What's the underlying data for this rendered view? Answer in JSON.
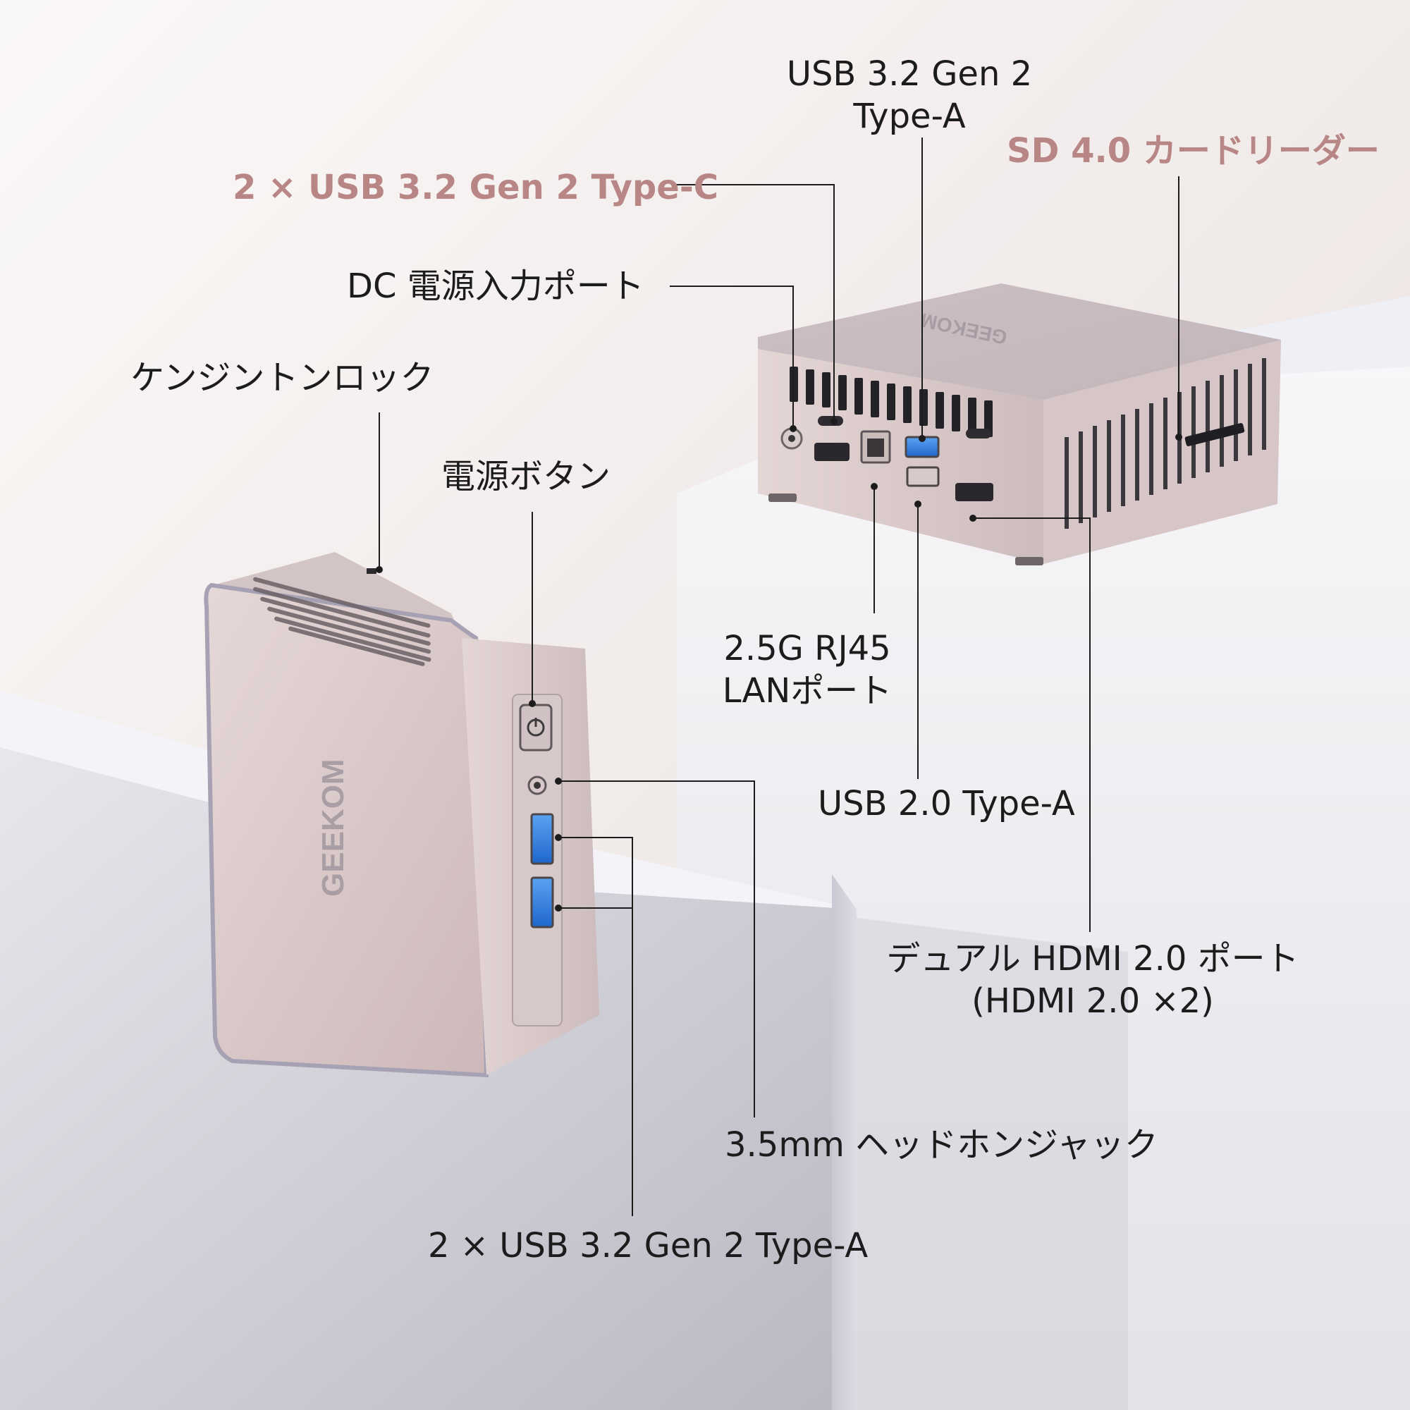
{
  "brand": {
    "name": "GEEKOM"
  },
  "labels": {
    "usb32_type_a_top_line1": "USB 3.2 Gen 2",
    "usb32_type_a_top_line2": "Type-A",
    "sd_card_reader": "SD 4.0 カードリーダー",
    "usb32_type_c": "2 × USB 3.2 Gen 2 Type-C",
    "dc_power_input": "DC 電源入力ポート",
    "kensington_lock": "ケンジントンロック",
    "power_button": "電源ボタン",
    "rj45_line1": "2.5G RJ45",
    "rj45_line2": "LANポート",
    "usb20_type_a": "USB 2.0 Type-A",
    "hdmi_line1": "デュアル HDMI 2.0 ポート",
    "hdmi_line2": "(HDMI 2.0 ×2)",
    "headphone_jack": "3.5mm ヘッドホンジャック",
    "usb32_type_a_front": "2 × USB 3.2 Gen 2 Type-A"
  },
  "colors": {
    "accent": "#b98686",
    "text": "#1c1c1c",
    "usb_blue": "#2f7de0",
    "case": "#d8c8c8"
  }
}
